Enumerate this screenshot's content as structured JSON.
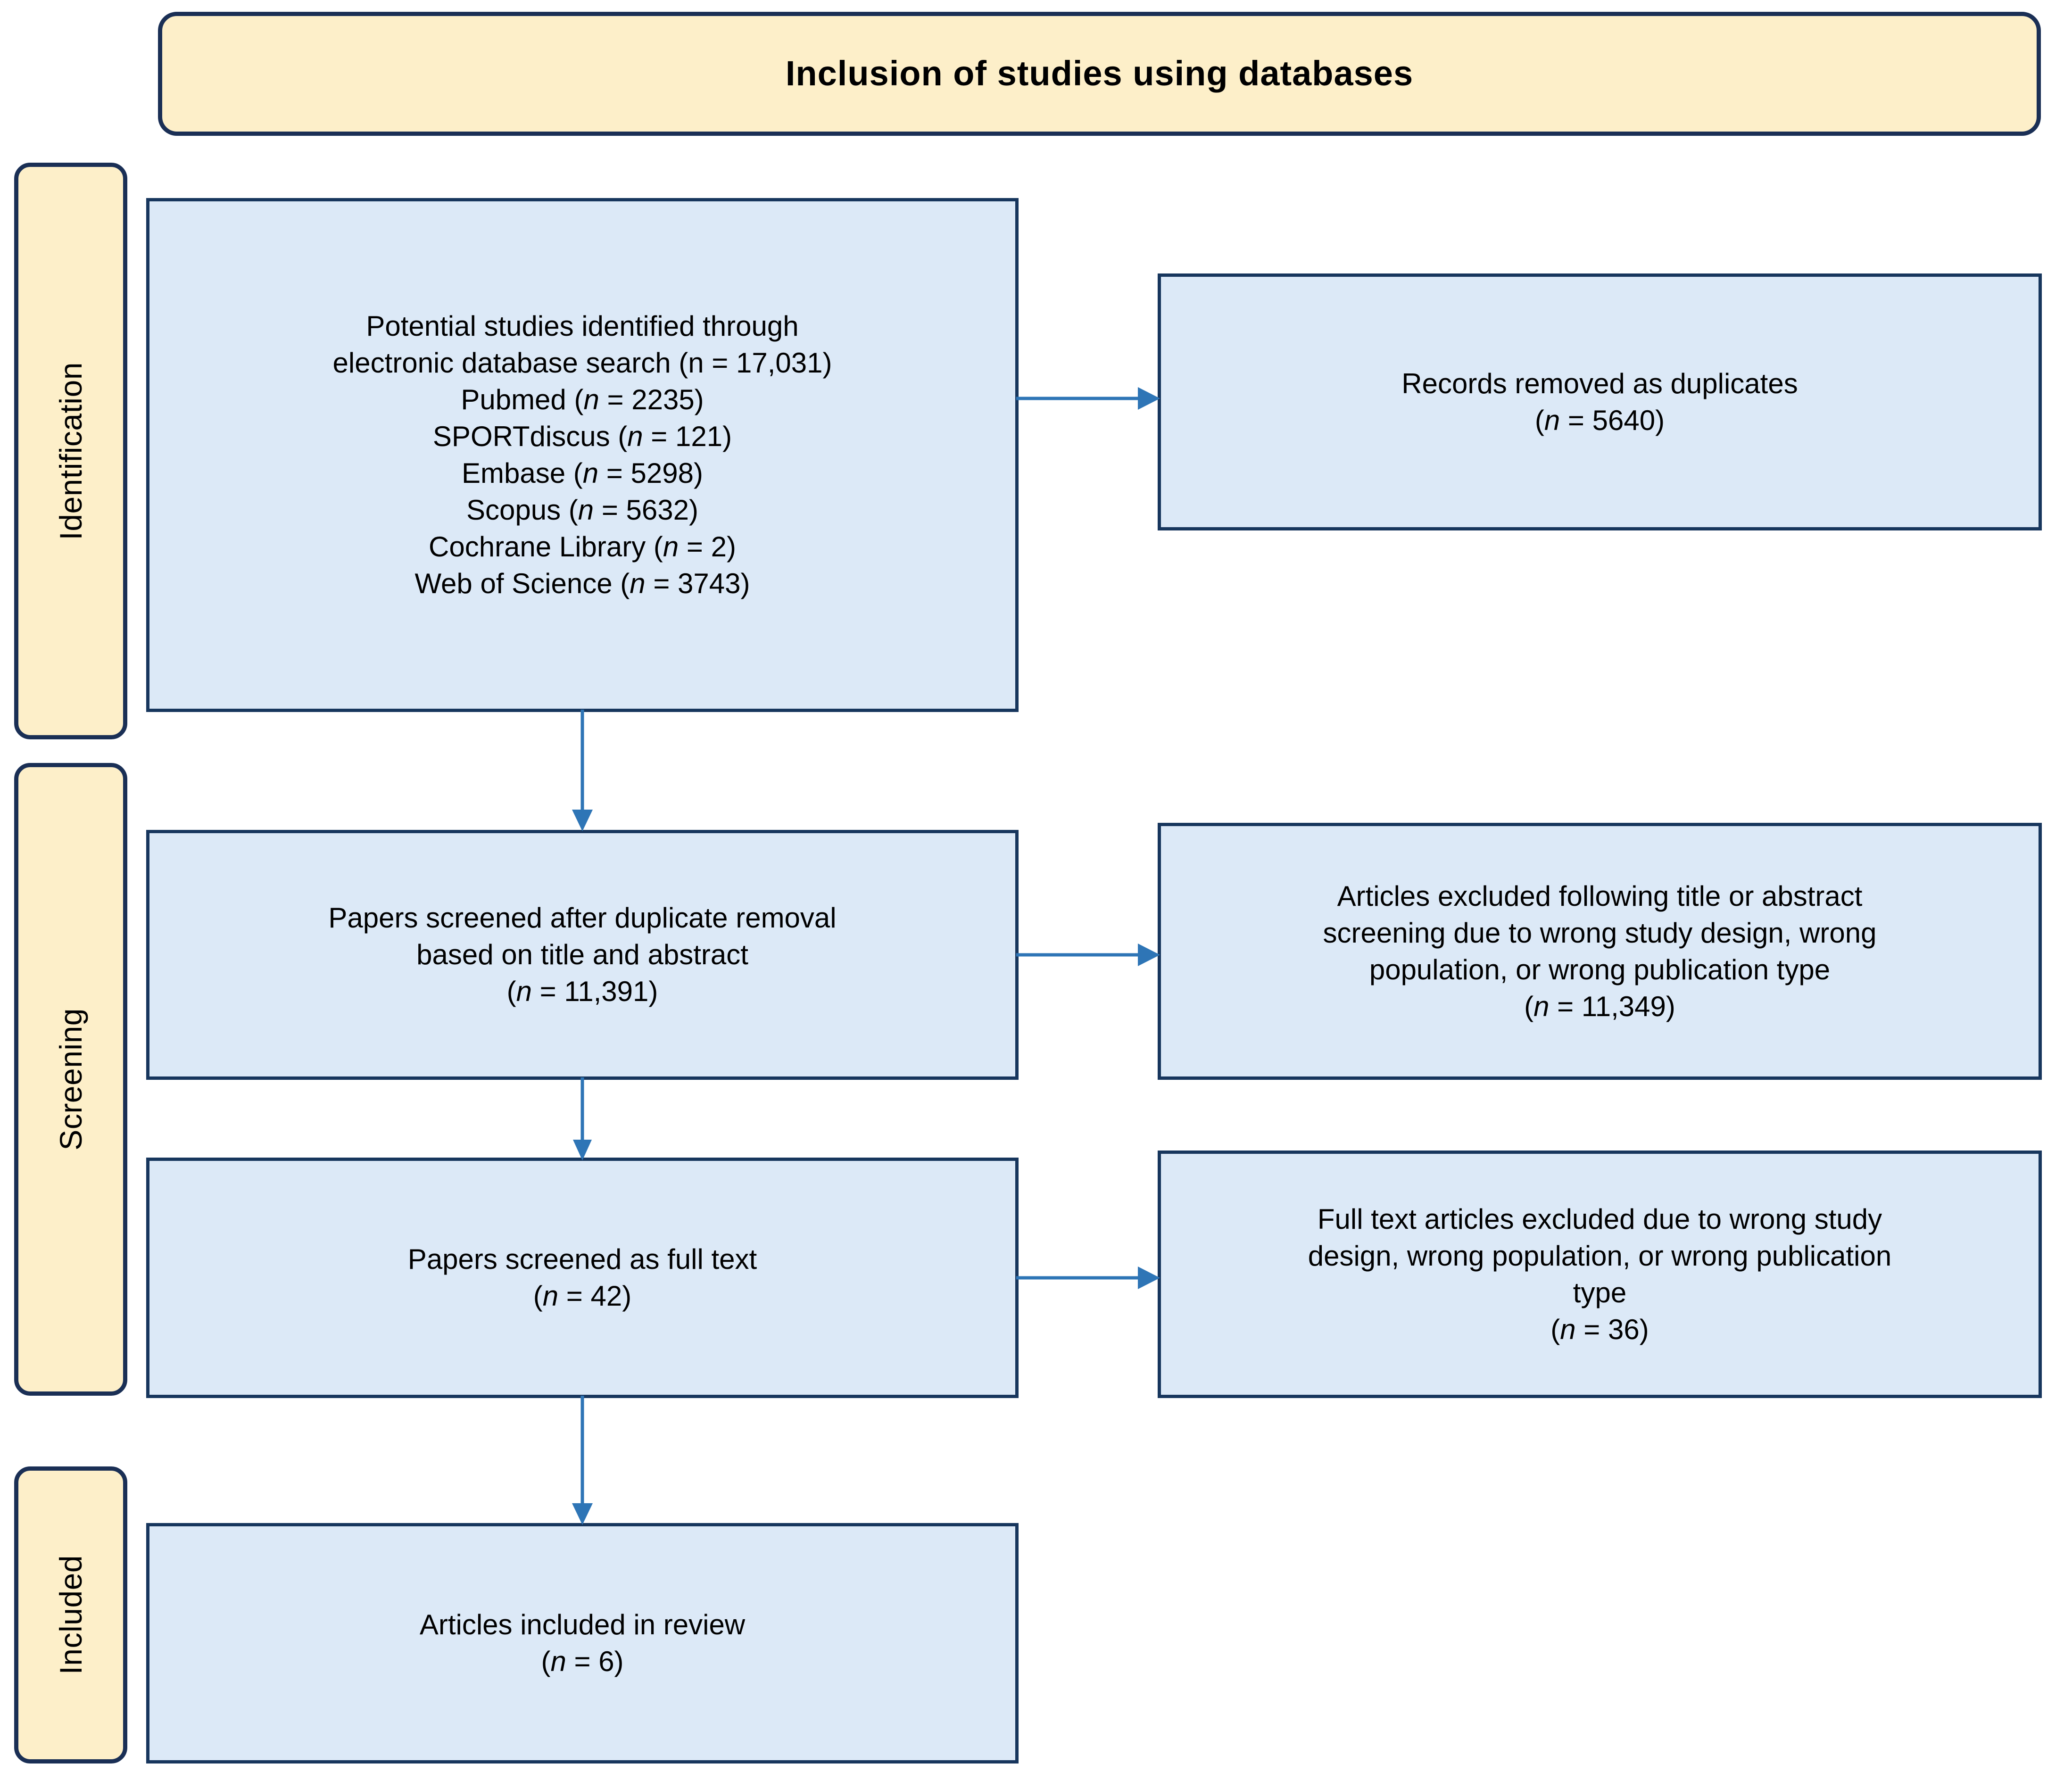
{
  "title_banner": {
    "text": "Inclusion of studies using databases"
  },
  "phases": [
    {
      "id": "identification",
      "label": "Identification"
    },
    {
      "id": "screening",
      "label": "Screening"
    },
    {
      "id": "included",
      "label": "Included"
    }
  ],
  "nodes": {
    "identified": {
      "lines": [
        {
          "text": "Potential studies identified through"
        },
        {
          "text": "electronic database search (n = 17,031)"
        },
        {
          "pre": "Pubmed (",
          "n": "n",
          "post": " = 2235)"
        },
        {
          "pre": "SPORTdiscus (",
          "n": "n",
          "post": " = 121)"
        },
        {
          "pre": "Embase (",
          "n": "n",
          "post": " = 5298)"
        },
        {
          "pre": "Scopus (",
          "n": "n",
          "post": " = 5632)"
        },
        {
          "pre": "Cochrane Library (",
          "n": "n",
          "post": " = 2)"
        },
        {
          "pre": "Web of Science (",
          "n": "n",
          "post": " = 3743)"
        }
      ]
    },
    "duplicates": {
      "lines": [
        {
          "text": "Records removed as duplicates"
        },
        {
          "pre": "(",
          "n": "n",
          "post": " = 5640)"
        }
      ]
    },
    "screened_title_abstract": {
      "lines": [
        {
          "text": "Papers screened after duplicate removal"
        },
        {
          "text": "based on title and abstract"
        },
        {
          "pre": "(",
          "n": "n",
          "post": " = 11,391)"
        }
      ]
    },
    "excluded_title_abstract": {
      "lines": [
        {
          "text": "Articles excluded following title or abstract"
        },
        {
          "text": "screening due to wrong study design, wrong"
        },
        {
          "text": "population, or wrong publication type"
        },
        {
          "pre": "(",
          "n": "n",
          "post": " = 11,349)"
        }
      ]
    },
    "screened_full_text": {
      "lines": [
        {
          "text": "Papers screened as full text"
        },
        {
          "pre": "(",
          "n": "n",
          "post": " = 42)"
        }
      ]
    },
    "excluded_full_text": {
      "lines": [
        {
          "text": "Full text articles excluded due to wrong study"
        },
        {
          "text": "design, wrong population, or wrong publication"
        },
        {
          "text": "type"
        },
        {
          "pre": "(",
          "n": "n",
          "post": " = 36)"
        }
      ]
    },
    "included_review": {
      "lines": [
        {
          "text": "Articles included in review"
        },
        {
          "pre": "(",
          "n": "n",
          "post": " = 6)"
        }
      ]
    }
  },
  "colors": {
    "banner_fill": "#FDEFC9",
    "banner_border": "#1A2F55",
    "node_fill": "#DCE9F7",
    "node_border": "#17365D",
    "arrow": "#2E75B6"
  },
  "chart_data": {
    "type": "diagram",
    "title": "Inclusion of studies using databases",
    "flow": [
      {
        "from": "identified",
        "to": "duplicates",
        "direction": "right"
      },
      {
        "from": "identified",
        "to": "screened_title_abstract",
        "direction": "down"
      },
      {
        "from": "screened_title_abstract",
        "to": "excluded_title_abstract",
        "direction": "right"
      },
      {
        "from": "screened_title_abstract",
        "to": "screened_full_text",
        "direction": "down"
      },
      {
        "from": "screened_full_text",
        "to": "excluded_full_text",
        "direction": "right"
      },
      {
        "from": "screened_full_text",
        "to": "included_review",
        "direction": "down"
      }
    ],
    "counts": {
      "identified_total": 17031,
      "pubmed": 2235,
      "sportdiscus": 121,
      "embase": 5298,
      "scopus": 5632,
      "cochrane_library": 2,
      "web_of_science": 3743,
      "duplicates_removed": 5640,
      "screened_title_abstract": 11391,
      "excluded_title_abstract": 11349,
      "screened_full_text": 42,
      "excluded_full_text": 36,
      "included_review": 6
    }
  }
}
